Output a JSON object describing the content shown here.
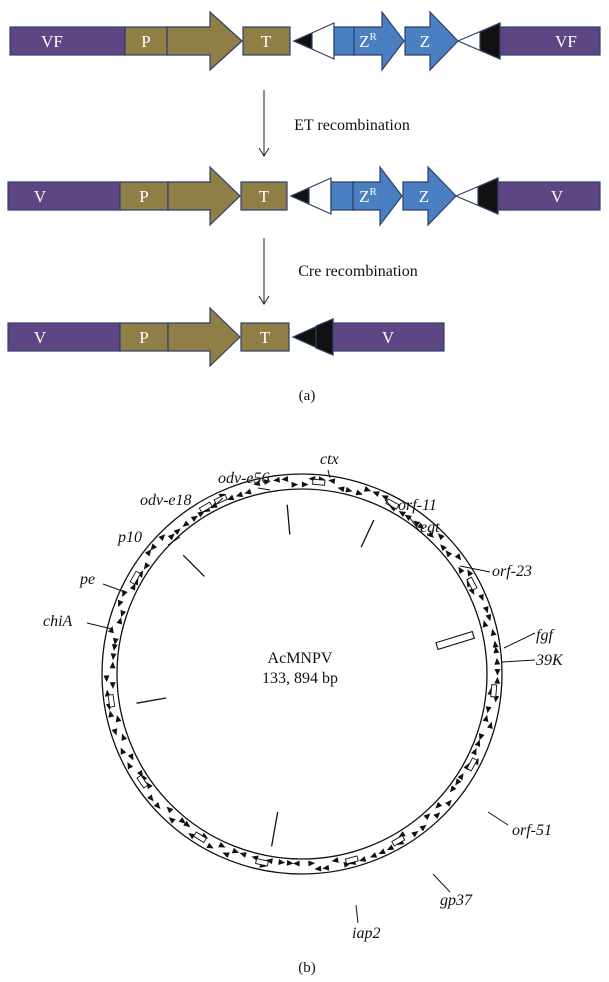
{
  "panel_a": {
    "row1": {
      "vf_left": "VF",
      "p": "P",
      "t": "T",
      "zr": "Z",
      "zr_sup": "R",
      "z": "Z",
      "vf_right": "VF"
    },
    "step1": "ET recombination",
    "row2": {
      "v_left": "V",
      "p": "P",
      "t": "T",
      "zr": "Z",
      "zr_sup": "R",
      "z": "Z",
      "v_right": "V"
    },
    "step2": "Cre recombination",
    "row3": {
      "v_left": "V",
      "p": "P",
      "t": "T",
      "v_right": "V"
    },
    "caption": "(a)"
  },
  "panel_b": {
    "genome_name": "AcMNPV",
    "genome_size": "133, 894 bp",
    "gene_labels": [
      "ctx",
      "odv-e56",
      "odv-e18",
      "p10",
      "pe",
      "chiA",
      "orf-11",
      "egt",
      "orf-23",
      "fgf",
      "39K",
      "orf-51",
      "gp37",
      "iap2"
    ],
    "caption": "(b)"
  },
  "colors": {
    "purple": "#5e4584",
    "olive": "#8f7f46",
    "blue": "#4a7fc1",
    "outline": "#2e3f66"
  }
}
